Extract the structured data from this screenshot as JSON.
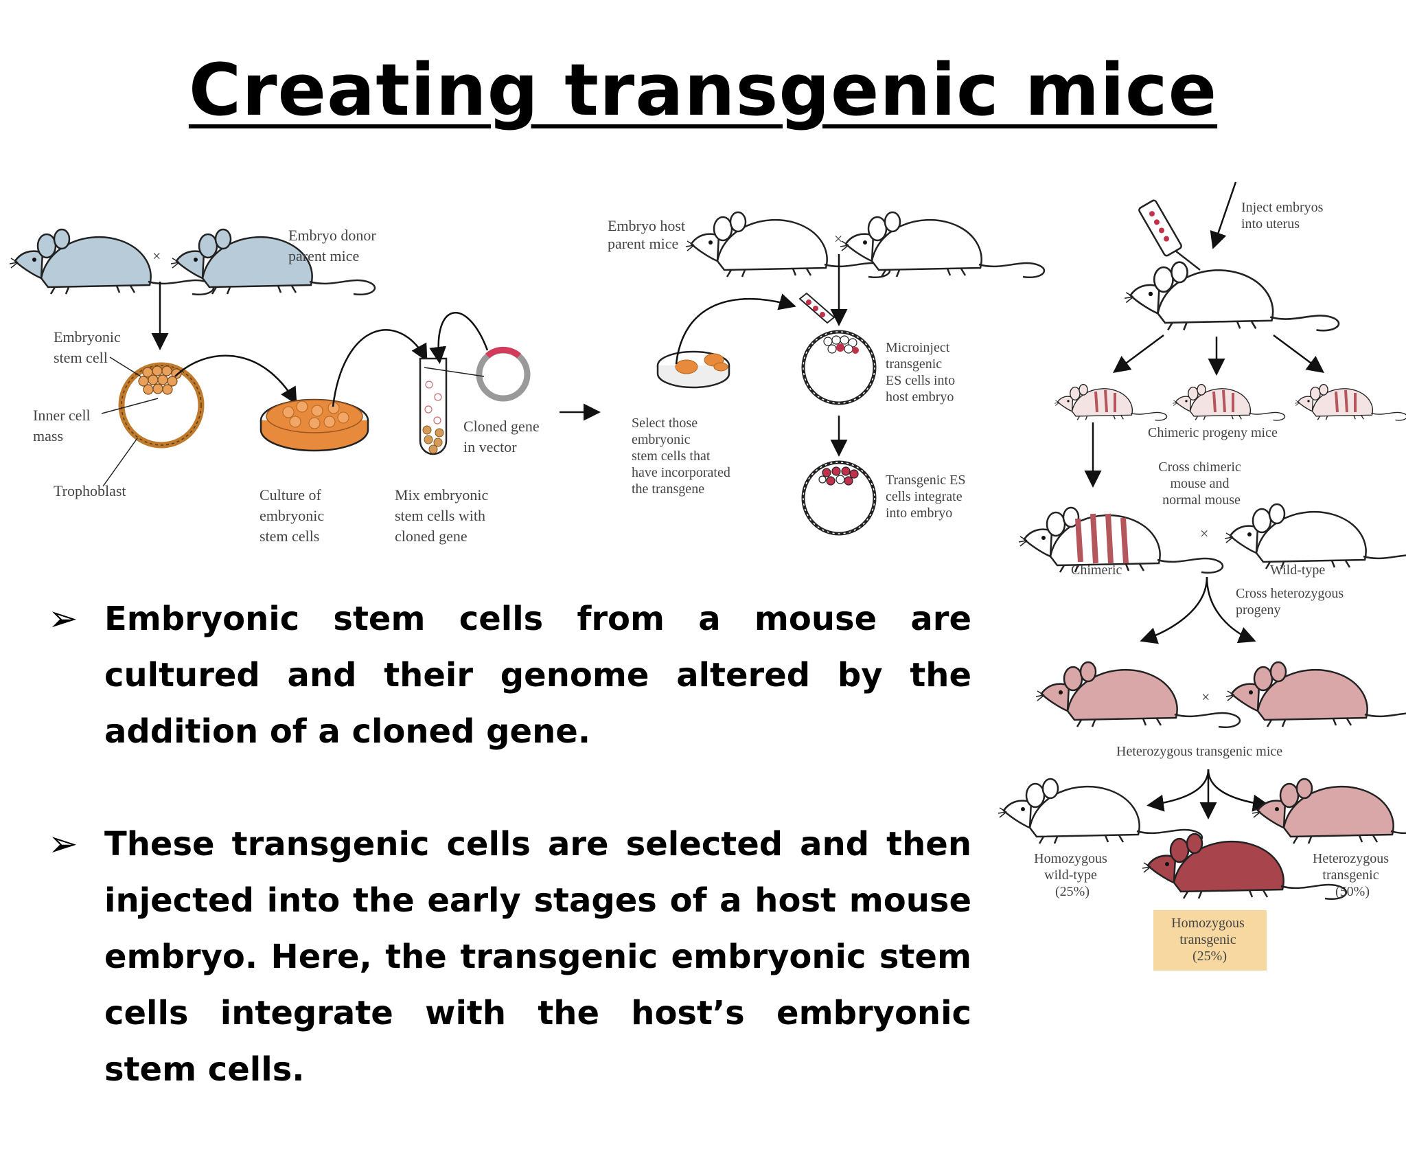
{
  "title": "Creating transgenic mice",
  "labels": {
    "embryo_donor": [
      "Embryo donor",
      "parent mice"
    ],
    "embryonic_stem_cell": [
      "Embryonic",
      "stem cell"
    ],
    "inner_cell_mass": [
      "Inner cell",
      "mass"
    ],
    "trophoblast": "Trophoblast",
    "culture": [
      "Culture of",
      "embryonic",
      "stem cells"
    ],
    "mix": [
      "Mix embryonic",
      "stem cells with",
      "cloned gene"
    ],
    "cloned_gene": [
      "Cloned gene",
      "in vector"
    ],
    "embryo_host": [
      "Embryo host",
      "parent mice"
    ],
    "select": [
      "Select those",
      "embryonic",
      "stem cells that",
      "have incorporated",
      "the transgene"
    ],
    "microinject": [
      "Microinject",
      "transgenic",
      "ES cells into",
      "host embryo"
    ],
    "integrate": [
      "Transgenic ES",
      "cells integrate",
      "into embryo"
    ],
    "inject_uterus": [
      "Inject embryos",
      "into uterus"
    ],
    "chimeric_progeny": "Chimeric progeny mice",
    "cross_chimeric": [
      "Cross chimeric",
      "mouse and",
      "normal mouse"
    ],
    "chimeric": "Chimeric",
    "wild_type": "Wild-type",
    "cross_het": [
      "Cross heterozygous",
      "progeny"
    ],
    "het_mice": "Heterozygous transgenic mice",
    "homo_wild": [
      "Homozygous",
      "wild-type",
      "(25%)"
    ],
    "het_transgenic": [
      "Heterozygous",
      "transgenic",
      "(50%)"
    ],
    "homo_transgenic": [
      "Homozygous",
      "transgenic",
      "(25%)"
    ],
    "cross_symbol": "×"
  },
  "bullets": [
    {
      "marker": "➢",
      "text": "Embryonic stem cells from a mouse are cultured and their genome altered by the addition of a cloned gene."
    },
    {
      "marker": "➢",
      "text": "These transgenic cells are selected and then injected into the early stages of a host mouse embryo. Here, the transgenic embryonic stem cells integrate with the host’s embryonic stem cells."
    }
  ],
  "colors": {
    "blue_mouse": "#b7cbd8",
    "white_mouse": "#ffffff",
    "pink_mouse": "#d9a7a7",
    "dark_mouse": "#a8454c",
    "stripe": "#b5565c",
    "orange_cells": "#e88a3c",
    "highlight_box": "#f7d8a0"
  }
}
